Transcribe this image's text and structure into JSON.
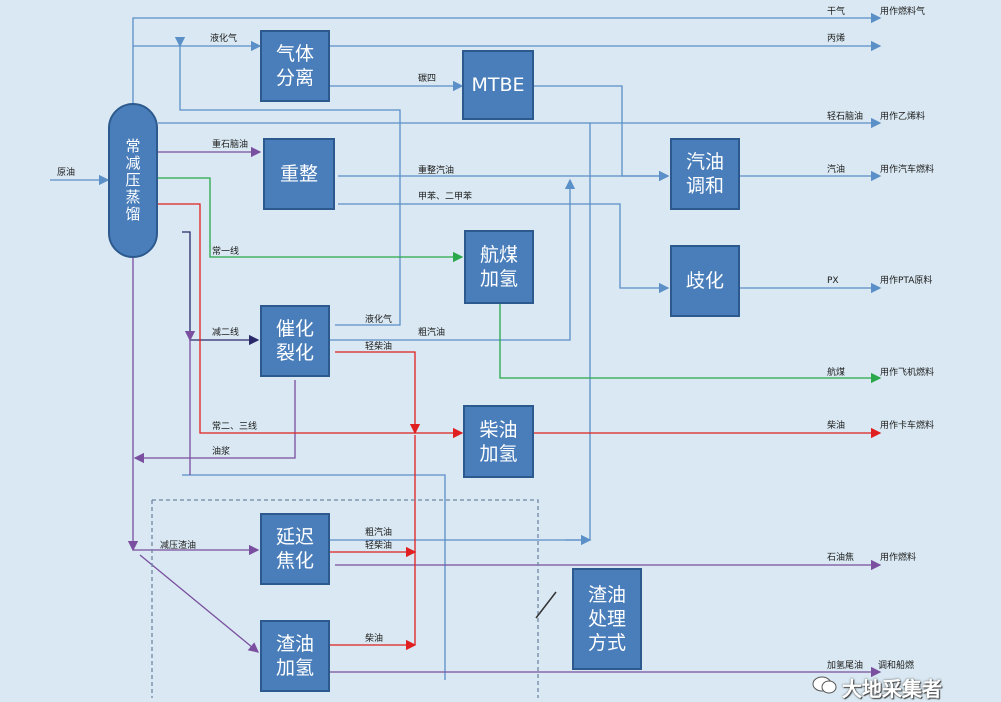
{
  "feed": "原油",
  "units": {
    "atm_vac": "常减压蒸馏",
    "gas_sep": "气体\n分离",
    "mtbe": "MTBE",
    "reform": "重整",
    "gasoline_blend": "汽油\n调和",
    "isom": "歧化",
    "jet_hydro": "航煤\n加氢",
    "fcc": "催化\n裂化",
    "diesel_hydro": "柴油\n加氢",
    "coker": "延迟\n焦化",
    "resid_hydro": "渣油\n加氢",
    "resid_methods": "渣油\n处理\n方式"
  },
  "streams": {
    "dry_gas": "干气",
    "lpg": "液化气",
    "propylene": "丙烯",
    "c4": "碳四",
    "light_naphtha": "轻石脑油",
    "heavy_naphtha": "重石脑油",
    "reformate": "重整汽油",
    "toluene_xylene": "甲苯、二甲苯",
    "gasoline": "汽油",
    "px": "PX",
    "first_line": "常一线",
    "fcc_lpg": "液化气",
    "fcc_gasoline": "粗汽油",
    "vac_second": "减二线",
    "light_cycle_oil": "轻柴油",
    "jet_fuel": "航煤",
    "second_third": "常二、三线",
    "diesel": "柴油",
    "slurry": "油浆",
    "vac_residue": "减压渣油",
    "coker_naphtha": "粗汽油",
    "coker_gasoil": "轻柴油",
    "pet_coke": "石油焦",
    "resid_diesel": "柴油",
    "hydro_tail": "加氢尾油"
  },
  "uses": {
    "fuel_gas": "用作燃料气",
    "ethylene": "用作乙烯料",
    "car_fuel": "用作汽车燃料",
    "pta": "用作PTA原料",
    "aviation": "用作飞机燃料",
    "truck": "用作卡车燃料",
    "fuel": "用作燃料",
    "marine": "调和船燃"
  },
  "watermark": "大地采集者",
  "colors": {
    "blue_line": "#5b8fc7",
    "purple_line": "#7a4fa0",
    "red_line": "#e02020",
    "green_line": "#2aa84a",
    "box_fill": "#4a7ebb"
  }
}
